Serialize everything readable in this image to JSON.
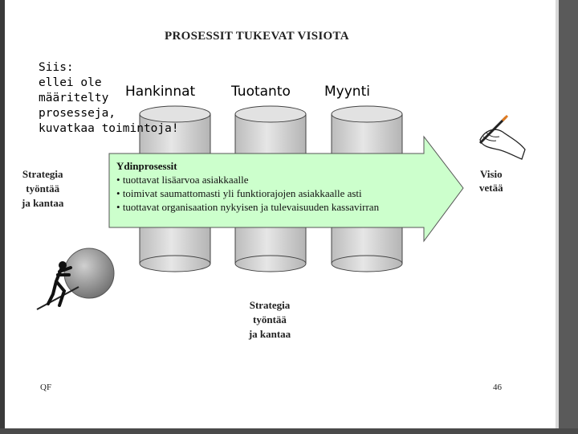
{
  "title": "PROSESSIT TUKEVAT VISIOTA",
  "note": {
    "lines": [
      "Siis:",
      "ellei ole",
      "määritelty",
      "prosesseja,",
      "kuvatkaa toimintoja!"
    ]
  },
  "columns": [
    "Hankinnat",
    "Tuotanto",
    "Myynti"
  ],
  "core_process": {
    "title": "Ydinprosessit",
    "items": [
      "tuottavat lisäarvoa asiakkaalle",
      "toimivat saumattomasti yli funktiorajojen asiakkaalle asti",
      "tuottavat organisaation nykyisen ja tulevaisuuden kassavirran"
    ]
  },
  "strategy_left": [
    "Strategia",
    "työntää",
    "ja kantaa"
  ],
  "strategy_bottom": [
    "Strategia",
    "työntää",
    "ja kantaa"
  ],
  "vision": [
    "Visio",
    "vetää"
  ],
  "footer": {
    "left": "QF",
    "page_number": "46"
  },
  "colors": {
    "arrow_fill": "#ccffcc",
    "cylinder_fill": "#d9d9d9",
    "sphere": "#9a9a9a"
  },
  "icons": [
    "pushing-figure-illustration",
    "writing-hand-illustration"
  ]
}
